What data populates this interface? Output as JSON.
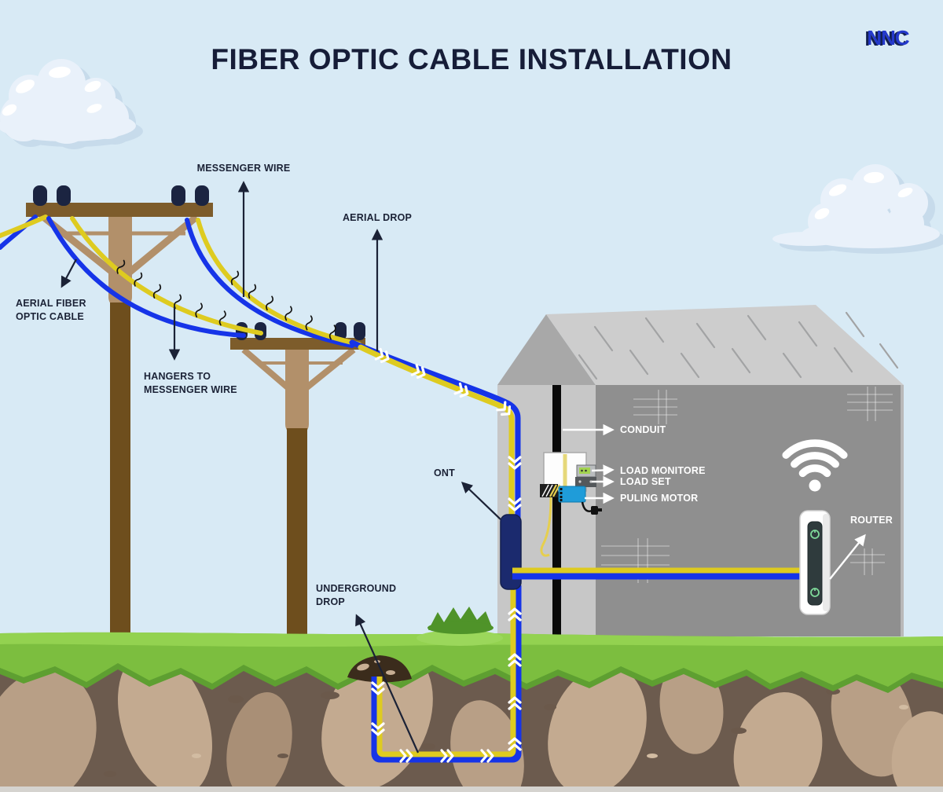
{
  "title": "FIBER OPTIC CABLE INSTALLATION",
  "brand": "NNC",
  "callouts": {
    "messenger_wire": "MESSENGER WIRE",
    "aerial_drop": "AERIAL DROP",
    "aerial_fiber_optic_cable": {
      "line1": "AERIAL FIBER",
      "line2": "OPTIC CABLE"
    },
    "hangers_to_messenger_wire": {
      "line1": "HANGERS TO",
      "line2": "MESSENGER WIRE"
    },
    "ont": "ONT",
    "underground_drop": {
      "line1": "UNDERGROUND",
      "line2": "DROP"
    },
    "conduit": "CONDUIT",
    "load_monitor": "LOAD MONITORE",
    "load_set": "LOAD SET",
    "pulling_motor": "PULING MOTOR",
    "router": "ROUTER"
  },
  "colors": {
    "sky": "#D8EAF5",
    "cable_blue": "#1634E8",
    "cable_yellow": "#DECB20",
    "grass": "#7CBE3F",
    "dirt_dark": "#6C5B4E",
    "stone": "#C3AA90",
    "house_wall": "#8F8F8F",
    "house_gable": "#A8A8A8",
    "house_left_face": "#C7C7C7",
    "roof": "#CDCDCD",
    "pole_dark": "#6E4E1D",
    "pole_light": "#B2906A",
    "ont_navy": "#1B2A6E",
    "motor_blue": "#1F9CD9",
    "brand_blue": "#2439CC",
    "label_dark": "#1B2236"
  }
}
